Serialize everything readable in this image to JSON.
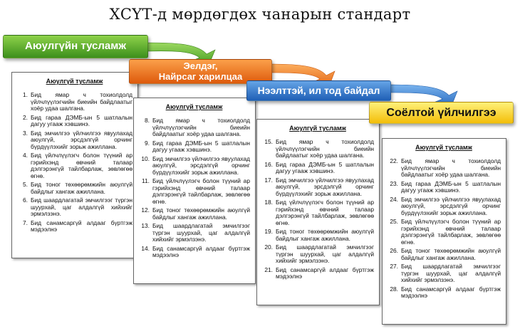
{
  "title": "ХСҮТ-д мөрдөгдөх чанарын стандарт",
  "colors": {
    "green": "#4ea82a",
    "orange": "#f07a1f",
    "blue": "#2f74c8",
    "yellow": "#f7d21c"
  },
  "banners": [
    {
      "label": "Аюулгүйн тусламж"
    },
    {
      "label": "Эелдэг,\nНайрсаг харилцаа"
    },
    {
      "label": "Нээлттэй, ил тод байдал"
    },
    {
      "label": "Соёлтой үйлчилгээ"
    }
  ],
  "panels": [
    {
      "title": "Аюулгүй тусламж",
      "items": [
        {
          "num": "1.",
          "text": "Бид ямар ч тохиолдолд үйлчлүүлэгчийн биеийн байдлаатыг хоёр удаа шалгана."
        },
        {
          "num": "2.",
          "text": "Бид гараа ДЭМБ-ын 5 шатлалын дагуу угааж хэвшинэ."
        },
        {
          "num": "3.",
          "text": "Бид эмчилгээ үйлчилгээ явуулахад аюулгүй, эрсдэлгүй орчинг бүрдүүлэхийг зорьж ажиллана."
        },
        {
          "num": "4.",
          "text": "Бид үйлчлүүлэгч болон түүний ар гэрийхэнд өвчний талаар дэлгэрэнгүй тайлбарлаж, зөвлөгөө өгнө."
        },
        {
          "num": "5.",
          "text": "Бид тоног төхөөрөмжийн аюулгүй байдлыг хангаж ажиллана."
        },
        {
          "num": "6.",
          "text": "Бид шаардлагатай эмчилгээг түргэн шуурхай, цаг алдалгүй хийхийг эрмэлзэнэ."
        },
        {
          "num": "7.",
          "text": "Бид санамсаргүй алдааг бүртгэж мэдээлнэ"
        }
      ]
    },
    {
      "title": "Аюулгүй тусламж",
      "items": [
        {
          "num": "8.",
          "text": "Бид ямар ч тохиолдолд үйлчлүүлэгчийн биеийн байдлаатыг хоёр удаа шалгана."
        },
        {
          "num": "9.",
          "text": "Бид гараа ДЭМБ-ын 5 шатлалын дагуу угааж хэвшинэ."
        },
        {
          "num": "10.",
          "text": "Бид эмчилгээ үйлчилгээ явуулахад аюулгүй, эрсдэлгүй орчинг бүрдүүлэхийг зорьж ажиллана."
        },
        {
          "num": "11.",
          "text": "Бид үйлчлүүлэгч болон түүний ар гэрийхэнд өвчний талаар дэлгэрэнгүй тайлбарлаж, зөвлөгөө өгнө."
        },
        {
          "num": "12.",
          "text": "Бид тоног төхөөрөмжийн аюулгүй байдлыг хангаж ажиллана."
        },
        {
          "num": "13.",
          "text": "Бид шаардлагатай эмчилгээг түргэн шуурхай, цаг алдалгүй хийхийг эрмэлзэнэ."
        },
        {
          "num": "14.",
          "text": "Бид санамсаргүй алдааг бүртгэж мэдээлнэ"
        }
      ]
    },
    {
      "title": "Аюулгүй тусламж",
      "items": [
        {
          "num": "15.",
          "text": "Бид ямар ч тохиолдолд үйлчлүүлэгчийн биеийн байдлаатыг хоёр удаа шалгана."
        },
        {
          "num": "16.",
          "text": "Бид гараа ДЭМБ-ын 5 шатлалын дагуу угааж хэвшинэ."
        },
        {
          "num": "17.",
          "text": "Бид эмчилгээ үйлчилгээ явуулахад аюулгүй, эрсдэлгүй орчинг бүрдүүлэхийг зорьж ажиллана."
        },
        {
          "num": "18.",
          "text": "Бид үйлчлүүлэгч болон түүний ар гэрийхэнд өвчний талаар дэлгэрэнгүй тайлбарлаж, зөвлөгөө өгнө."
        },
        {
          "num": "19.",
          "text": "Бид тоног төхөөрөмжийн аюулгүй байдлыг хангаж ажиллана."
        },
        {
          "num": "20.",
          "text": "Бид шаардлагатай эмчилгээг түргэн шуурхай, цаг алдалгүй хийхийг эрмэлзэнэ."
        },
        {
          "num": "21.",
          "text": "Бид санамсаргүй алдааг бүртгэж мэдээлнэ"
        }
      ]
    },
    {
      "title": "Аюулгүй тусламж",
      "items": [
        {
          "num": "22.",
          "text": "Бид ямар ч тохиолдолд үйлчлүүлэгчийн биеийн байдлаатыг хоёр удаа шалгана."
        },
        {
          "num": "23.",
          "text": "Бид гараа ДЭМБ-ын 5 шатлалын дагуу угааж хэвшинэ."
        },
        {
          "num": "24.",
          "text": "Бид эмчилгээ үйлчилгээ явуулахад аюулгүй, эрсдэлгүй орчинг бүрдүүлэхийг зорьж ажиллана."
        },
        {
          "num": "25.",
          "text": "Бид үйлчлүүлэгч болон түүний ар гэрийхэнд өвчний талаар дэлгэрэнгүй тайлбарлаж, зөвлөгөө өгнө."
        },
        {
          "num": "26.",
          "text": "Бид тоног төхөөрөмжийн аюулгүй байдлыг хангаж ажиллана."
        },
        {
          "num": "27.",
          "text": "Бид шаардлагатай эмчилгээг түргэн шуурхай, цаг алдалгүй хийхийг эрмэлзэнэ."
        },
        {
          "num": "28.",
          "text": "Бид санамсаргүй алдааг бүртгэж мэдээлнэ"
        }
      ]
    }
  ]
}
